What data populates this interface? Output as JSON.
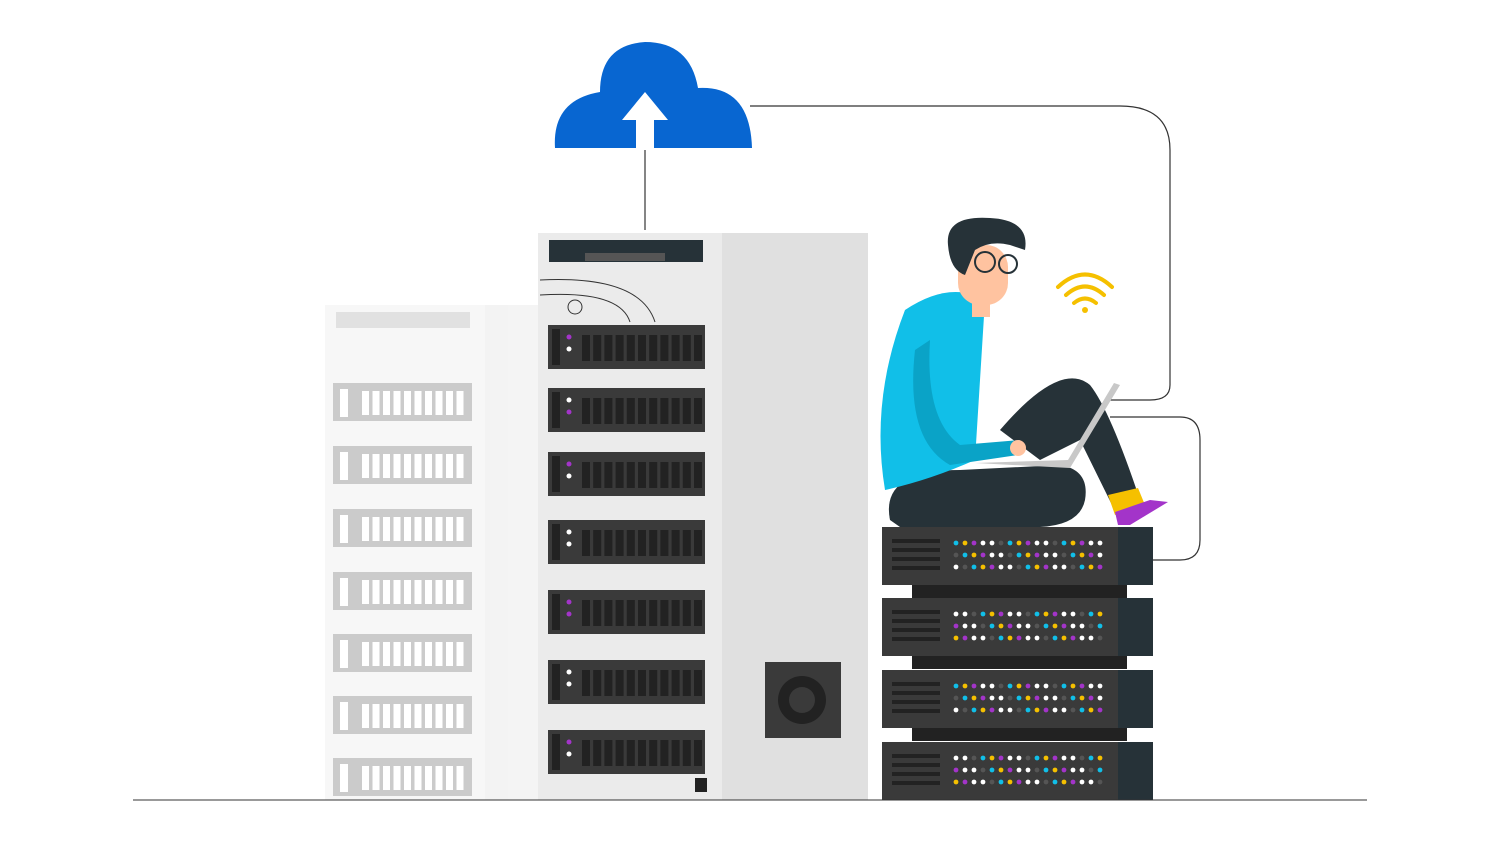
{
  "colors": {
    "cloud": "#0866d1",
    "hoodie": "#11bfe8",
    "pants": "#263238",
    "server_dark": "#3a3a3a",
    "server_side": "#263238",
    "rack_front": "#ebebeb",
    "rack_side": "#e0e0e0",
    "wifi": "#f5c000",
    "led_cyan": "#11bfe8",
    "led_yellow": "#f5c000",
    "led_purple": "#a334c9",
    "shoe": "#a334c9",
    "sock": "#f5c000",
    "skin": "#ffc3a0"
  },
  "illustration": {
    "rack_bays": 7,
    "faded_rack_bays": 7,
    "stacked_servers": 4
  }
}
